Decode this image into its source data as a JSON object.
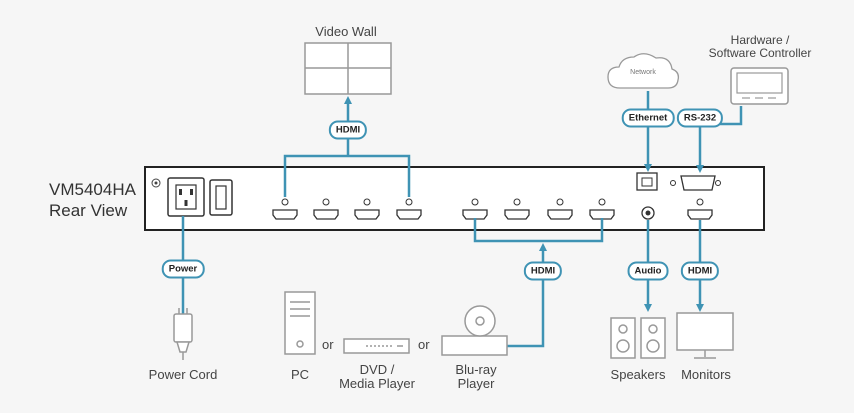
{
  "device": {
    "model": "VM5404HA",
    "view": "Rear View"
  },
  "connections": {
    "hdmi_out": "HDMI",
    "hdmi_in": "HDMI",
    "hdmi_monitor": "HDMI",
    "power": "Power",
    "ethernet": "Ethernet",
    "rs232": "RS-232",
    "audio": "Audio"
  },
  "devices": {
    "video_wall": "Video Wall",
    "controller_line1": "Hardware /",
    "controller_line2": "Software Controller",
    "network": "Network",
    "power_cord": "Power Cord",
    "pc": "PC",
    "dvd_line1": "DVD /",
    "dvd_line2": "Media Player",
    "bluray_line1": "Blu-ray",
    "bluray_line2": "Player",
    "speakers": "Speakers",
    "monitors": "Monitors",
    "or1": "or",
    "or2": "or"
  },
  "colors": {
    "line": "#3f93b4",
    "device_stroke": "#999999",
    "chassis": "#222222"
  }
}
